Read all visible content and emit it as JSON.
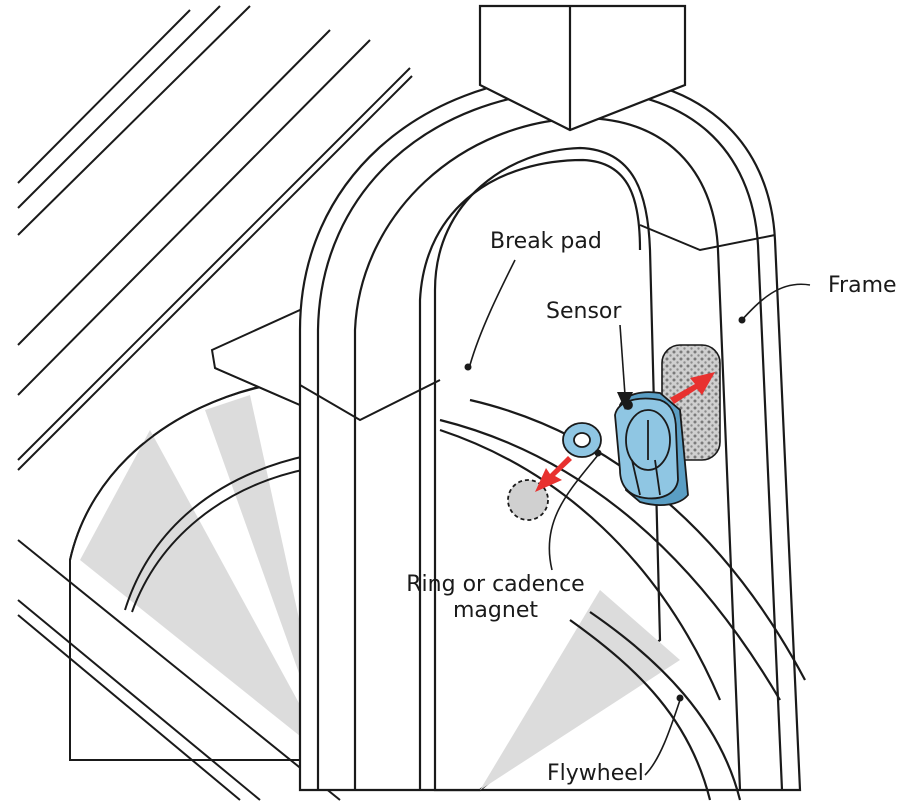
{
  "labels": {
    "break_pad": "Break pad",
    "sensor": "Sensor",
    "frame": "Frame",
    "ring_magnet_line1": "Ring or cadence",
    "ring_magnet_line2": "magnet",
    "flywheel": "Flywheel"
  },
  "colors": {
    "line": "#1a1a1a",
    "sensor_fill": "#8fc6e3",
    "sensor_dark": "#5a9ec4",
    "arrow": "#e8312f",
    "shade": "#d9d9d9",
    "adhesive": "#bdbdbd"
  }
}
